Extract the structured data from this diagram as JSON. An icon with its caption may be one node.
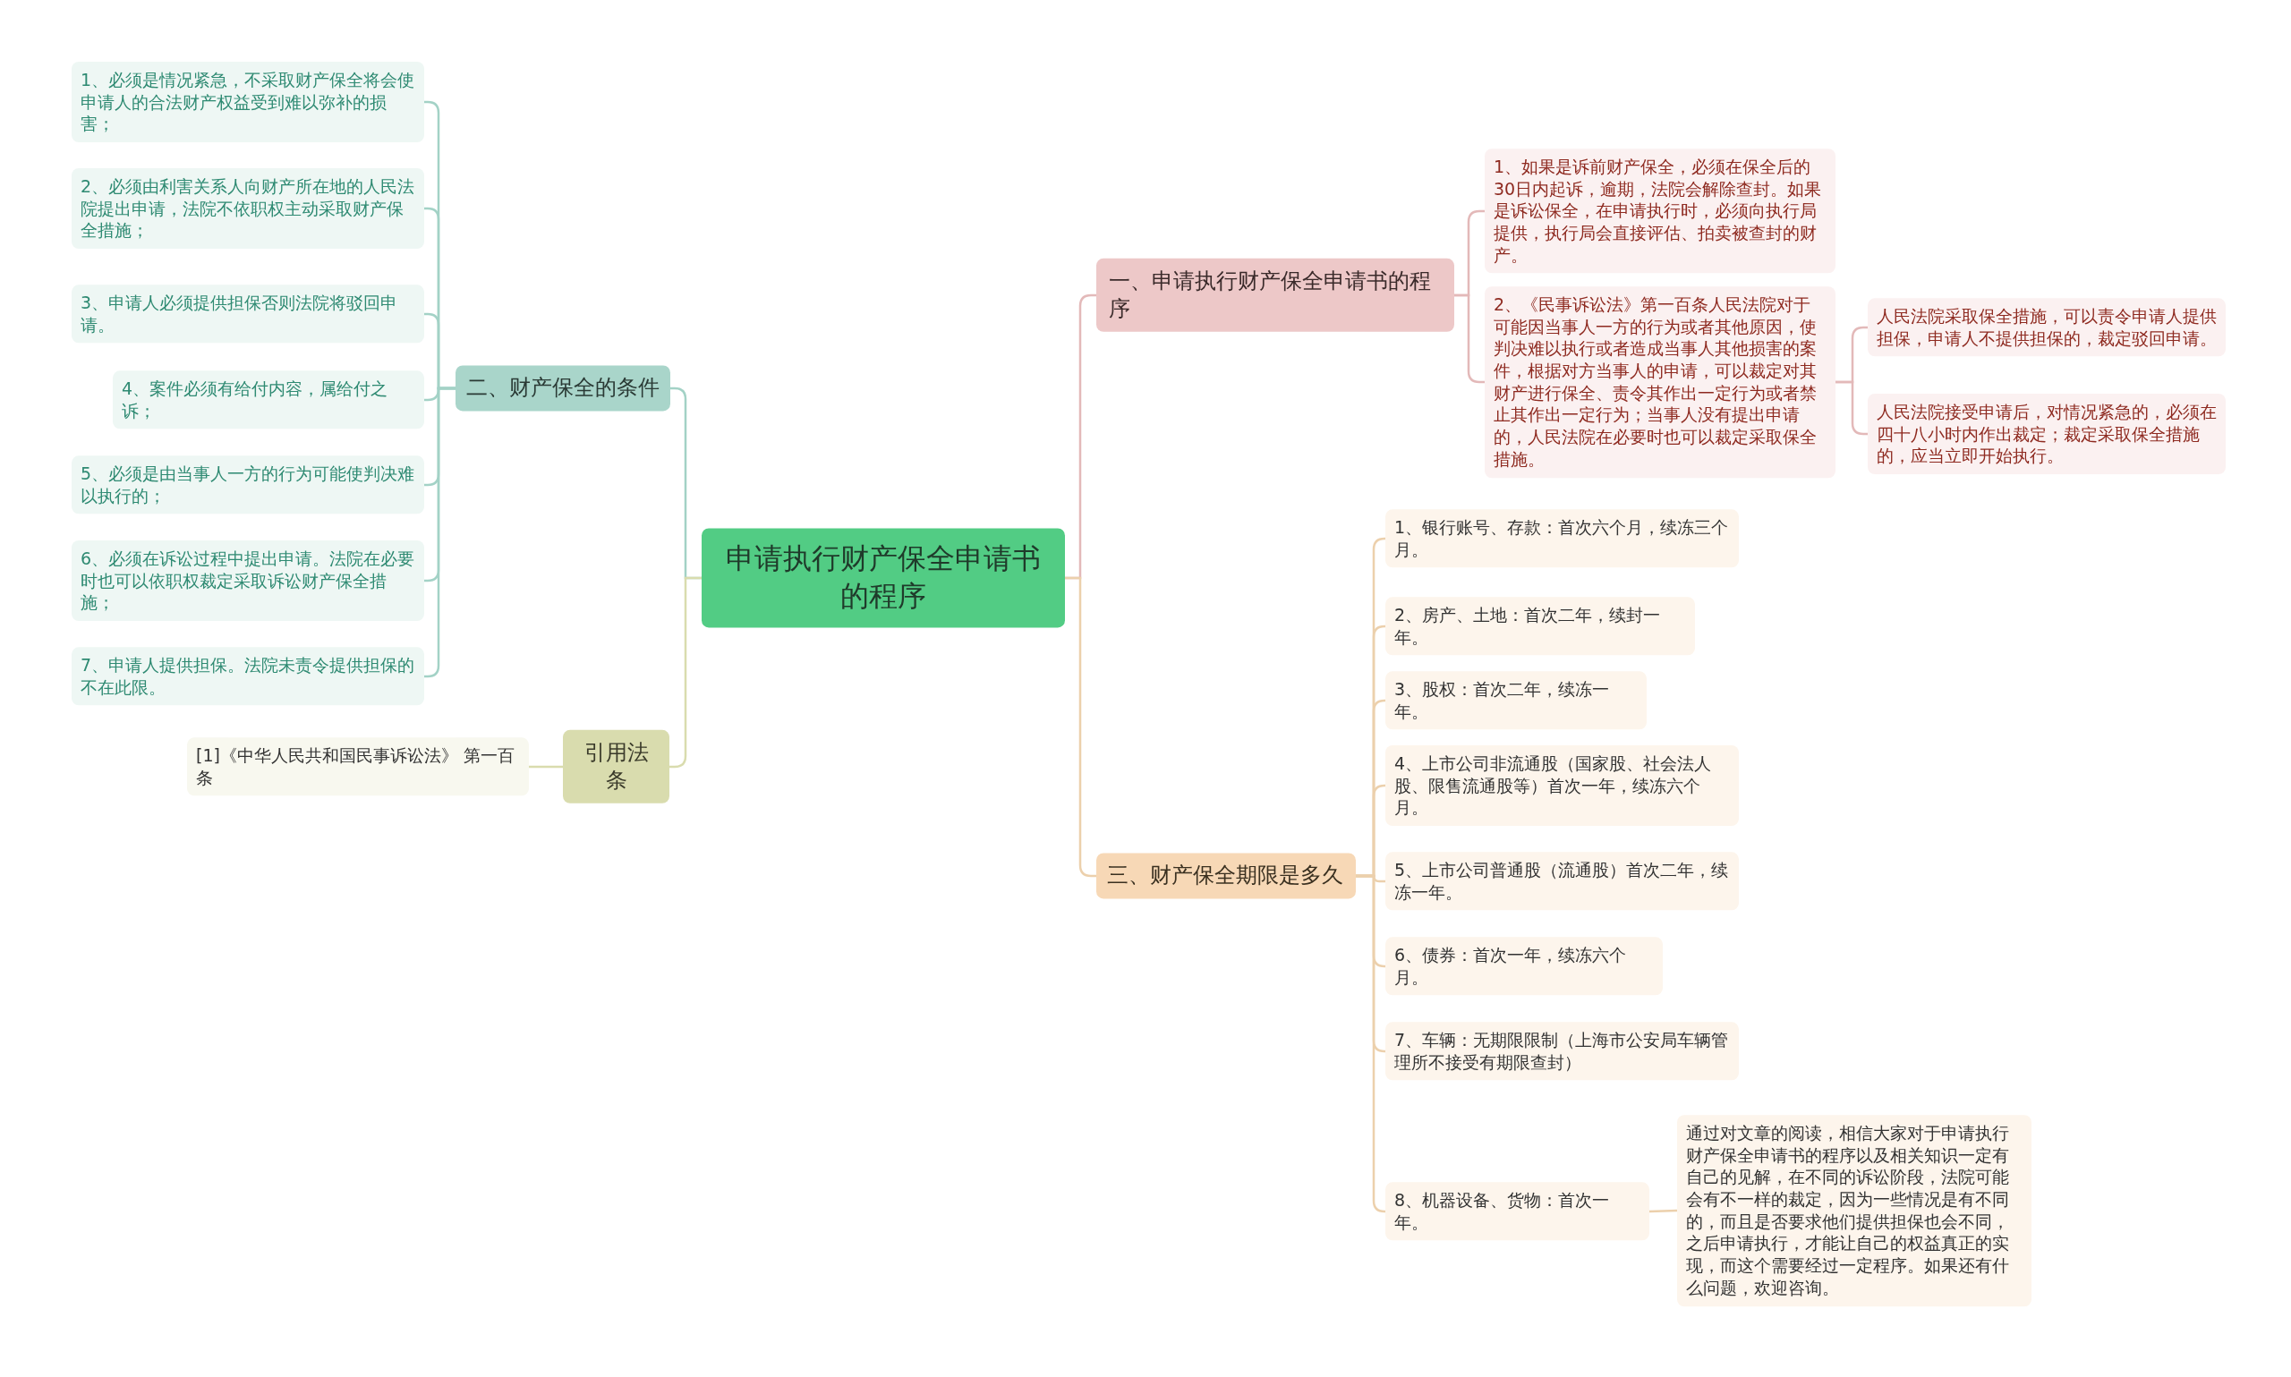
{
  "diagram": {
    "nodes": [
      {
        "text": [
          "申请执行财产保全申请书的程序"
        ]
      },
      {
        "text": [
          "一、申请执行财产保全申请书的程序"
        ]
      },
      {
        "text": [
          "1、如果是诉前财产保全，必须在保全后的30日内起诉，逾期，法院会解除查封。如果是诉讼保全，在申请执行时，必须向执行局提供，执行局会直接评估、拍卖被查封的财产。"
        ]
      },
      {
        "text": [
          "2、《民事诉讼法》第一百条人民法院对于可能因当事人一方的行为或者其他原因，使判决难以执行或者造成当事人其他损害的案件，根据对方当事人的申请，可以裁定对其财产进行保全、责令其作出一定行为或者禁止其作出一定行为；当事人没有提出申请的，人民法院在必要时也可以裁定采取保全措施。"
        ]
      },
      {
        "text": [
          "人民法院采取保全措施，可以责令申请人提供担保，申请人不提供担保的，裁定驳回申请。"
        ]
      },
      {
        "text": [
          "人民法院接受申请后，对情况紧急的，必须在四十八小时内作出裁定；裁定采取保全措施的，应当立即开始执行。"
        ]
      },
      {
        "text": [
          "二、财产保全的条件"
        ]
      },
      {
        "text": [
          "1、必须是情况紧急，不采取财产保全将会使申请人的合法财产权益受到难以弥补的损害；"
        ]
      },
      {
        "text": [
          "2、必须由利害关系人向财产所在地的人民法院提出申请，法院不依职权主动采取财产保全措施；"
        ]
      },
      {
        "text": [
          "3、申请人必须提供担保否则法院将驳回申请。"
        ]
      },
      {
        "text": [
          "4、案件必须有给付内容，属给付之诉；"
        ]
      },
      {
        "text": [
          "5、必须是由当事人一方的行为可能使判决难以执行的；"
        ]
      },
      {
        "text": [
          "6、必须在诉讼过程中提出申请。法院在必要时也可以依职权裁定采取诉讼财产保全措施；"
        ]
      },
      {
        "text": [
          "7、申请人提供担保。法院未责令提供担保的不在此限。"
        ]
      },
      {
        "text": [
          "引用法条"
        ]
      },
      {
        "text": [
          "[1]《中华人民共和国民事诉讼法》 第一百条"
        ]
      },
      {
        "text": [
          "三、财产保全期限是多久"
        ]
      },
      {
        "text": [
          "1、银行账号、存款：首次六个月，续冻三个月。"
        ]
      },
      {
        "text": [
          "2、房产、土地：首次二年，续封一年。"
        ]
      },
      {
        "text": [
          "3、股权：首次二年，续冻一年。"
        ]
      },
      {
        "text": [
          "4、上市公司非流通股（国家股、社会法人股、限售流通股等）首次一年，续冻六个月。"
        ]
      },
      {
        "text": [
          "5、上市公司普通股（流通股）首次二年，续冻一年。"
        ]
      },
      {
        "text": [
          "6、债券：首次一年，续冻六个月。"
        ]
      },
      {
        "text": [
          "7、车辆：无期限限制（上海市公安局车辆管理所不接受有期限查封）"
        ]
      },
      {
        "text": [
          "8、机器设备、货物：首次一年。"
        ]
      },
      {
        "text": [
          "通过对文章的阅读，相信大家对于申请执行财产保全申请书的程序以及相关知识一定有自己的见解，在不同的诉讼阶段，法院可能会有不一样的裁定，因为一些情况是有不同的，而且是否要求他们提供担保也会不同，之后申请执行，才能让自己的权益真正的实现，而这个需要经过一定程序。如果还有什么问题，欢迎咨询。"
        ]
      }
    ],
    "edges": [
      {
        "from": 0,
        "to": 1,
        "arrow": "none",
        "color": "#e3b9b9"
      },
      {
        "from": 1,
        "to": 2,
        "arrow": "none",
        "color": "#e3b9b9"
      },
      {
        "from": 1,
        "to": 3,
        "arrow": "none",
        "color": "#e3b9b9"
      },
      {
        "from": 3,
        "to": 4,
        "arrow": "none",
        "color": "#e3b9b9"
      },
      {
        "from": 3,
        "to": 5,
        "arrow": "none",
        "color": "#e3b9b9"
      },
      {
        "from": 0,
        "to": 6,
        "arrow": "none",
        "color": "#a3d2c6"
      },
      {
        "from": 6,
        "to": 7,
        "arrow": "none",
        "color": "#a3d2c6"
      },
      {
        "from": 6,
        "to": 8,
        "arrow": "none",
        "color": "#a3d2c6"
      },
      {
        "from": 6,
        "to": 9,
        "arrow": "none",
        "color": "#a3d2c6"
      },
      {
        "from": 6,
        "to": 10,
        "arrow": "none",
        "color": "#a3d2c6"
      },
      {
        "from": 6,
        "to": 11,
        "arrow": "none",
        "color": "#a3d2c6"
      },
      {
        "from": 6,
        "to": 12,
        "arrow": "none",
        "color": "#a3d2c6"
      },
      {
        "from": 6,
        "to": 13,
        "arrow": "none",
        "color": "#a3d2c6"
      },
      {
        "from": 0,
        "to": 14,
        "arrow": "none",
        "color": "#d9dcae"
      },
      {
        "from": 14,
        "to": 15,
        "arrow": "none",
        "color": "#d9dcae"
      },
      {
        "from": 0,
        "to": 16,
        "arrow": "none"
      },
      {
        "from": 16,
        "to": 17,
        "arrow": "none"
      },
      {
        "from": 16,
        "to": 18,
        "arrow": "none"
      },
      {
        "from": 16,
        "to": 19,
        "arrow": "none"
      },
      {
        "from": 16,
        "to": 20,
        "arrow": "none"
      },
      {
        "from": 16,
        "to": 21,
        "arrow": "none"
      },
      {
        "from": 16,
        "to": 22,
        "arrow": "none"
      },
      {
        "from": 16,
        "to": 23,
        "arrow": "none"
      },
      {
        "from": 16,
        "to": 24,
        "arrow": "none"
      },
      {
        "from": 24,
        "to": 25,
        "arrow": "none"
      }
    ]
  }
}
